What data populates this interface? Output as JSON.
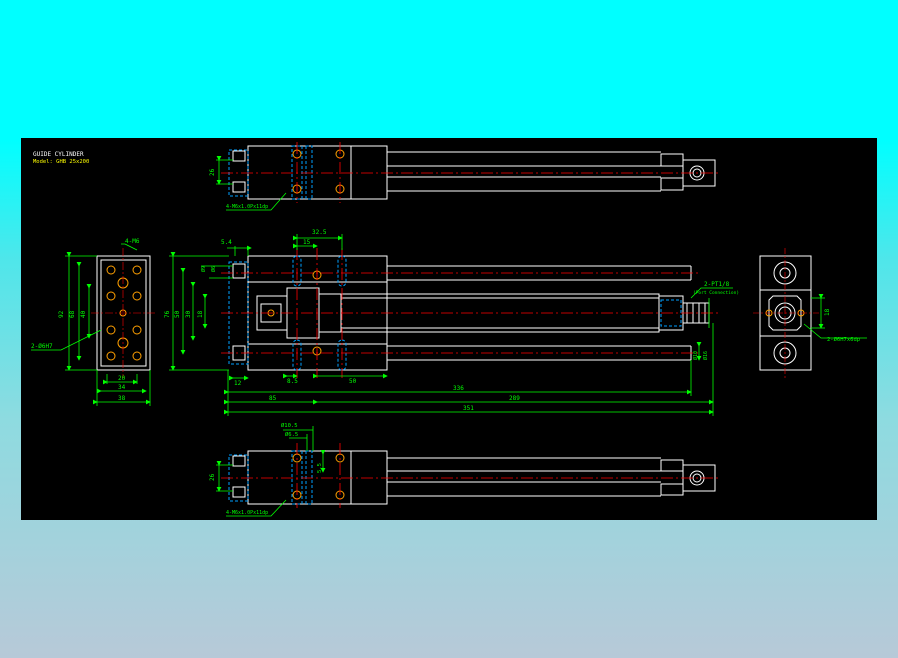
{
  "title_block": {
    "title": "GUIDE CYLINDER",
    "model": "Model: GHB 25x200"
  },
  "colors": {
    "background": "#000000",
    "outline": "#ffffff",
    "dimension": "#00ff00",
    "centerline": "#ff0000",
    "hidden": "#00a0ff",
    "holes": "#ffa000",
    "title_text": "#ffff00"
  },
  "labels": {
    "holes_top": "4-M6",
    "pin_left": "2-Ø6H7",
    "thread_top": "4-M6x1.0Px11dp",
    "thread_bottom": "4-M6x1.0Px11dp",
    "port": "2-PT1/8",
    "port_note": "(Port Connection)",
    "pin_right": "2-Ø6H7x6dp"
  },
  "dims": {
    "left": {
      "d92": "92",
      "d68": "68",
      "d40": "40",
      "d20": "20",
      "d34": "34",
      "d38": "38"
    },
    "main": {
      "d76": "76",
      "d50": "50",
      "d30": "30",
      "d18": "18",
      "d5_4": "5.4",
      "d32_5": "32.5",
      "d15": "15",
      "d9": "Ø9",
      "d6": "Ø6",
      "d12": "12",
      "d8_5": "8.5",
      "d50b": "50",
      "d336": "336",
      "d85": "85",
      "d289": "289",
      "d351": "351",
      "d10": "Ø10",
      "d16": "Ø16"
    },
    "top": {
      "d26": "26"
    },
    "bottom": {
      "d26": "26",
      "d10_5": "Ø10.5",
      "d6_5": "Ø6.5",
      "d5_5": "5.5"
    },
    "right": {
      "d18": "18"
    }
  }
}
